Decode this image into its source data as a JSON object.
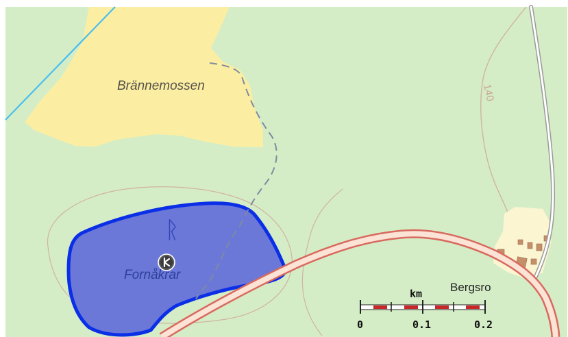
{
  "map": {
    "labels": {
      "bog": "Brännemossen",
      "contour": "140",
      "farm": "Bergsro",
      "feature": "Fornåkrar",
      "rune_symbol": "ᚱ"
    },
    "scale_bar": {
      "unit": "km",
      "ticks": [
        "0",
        "0.1",
        "0.2"
      ]
    },
    "markers": [
      {
        "icon": "grave-field-icon",
        "glyph": "ᚱ"
      }
    ],
    "colors": {
      "meadow": "#d5edc6",
      "bog": "#fbeea2",
      "polygon_fill": "#6b78d8",
      "polygon_outline": "#0b2fe6",
      "road_casing": "#d86a5e",
      "road_fill": "#fbe3d6",
      "water": "#48bff0",
      "contour": "#cfb3a4",
      "trail": "#7f8aa0",
      "settlement": "#fbf5d2",
      "building": "#c58f6a"
    }
  }
}
